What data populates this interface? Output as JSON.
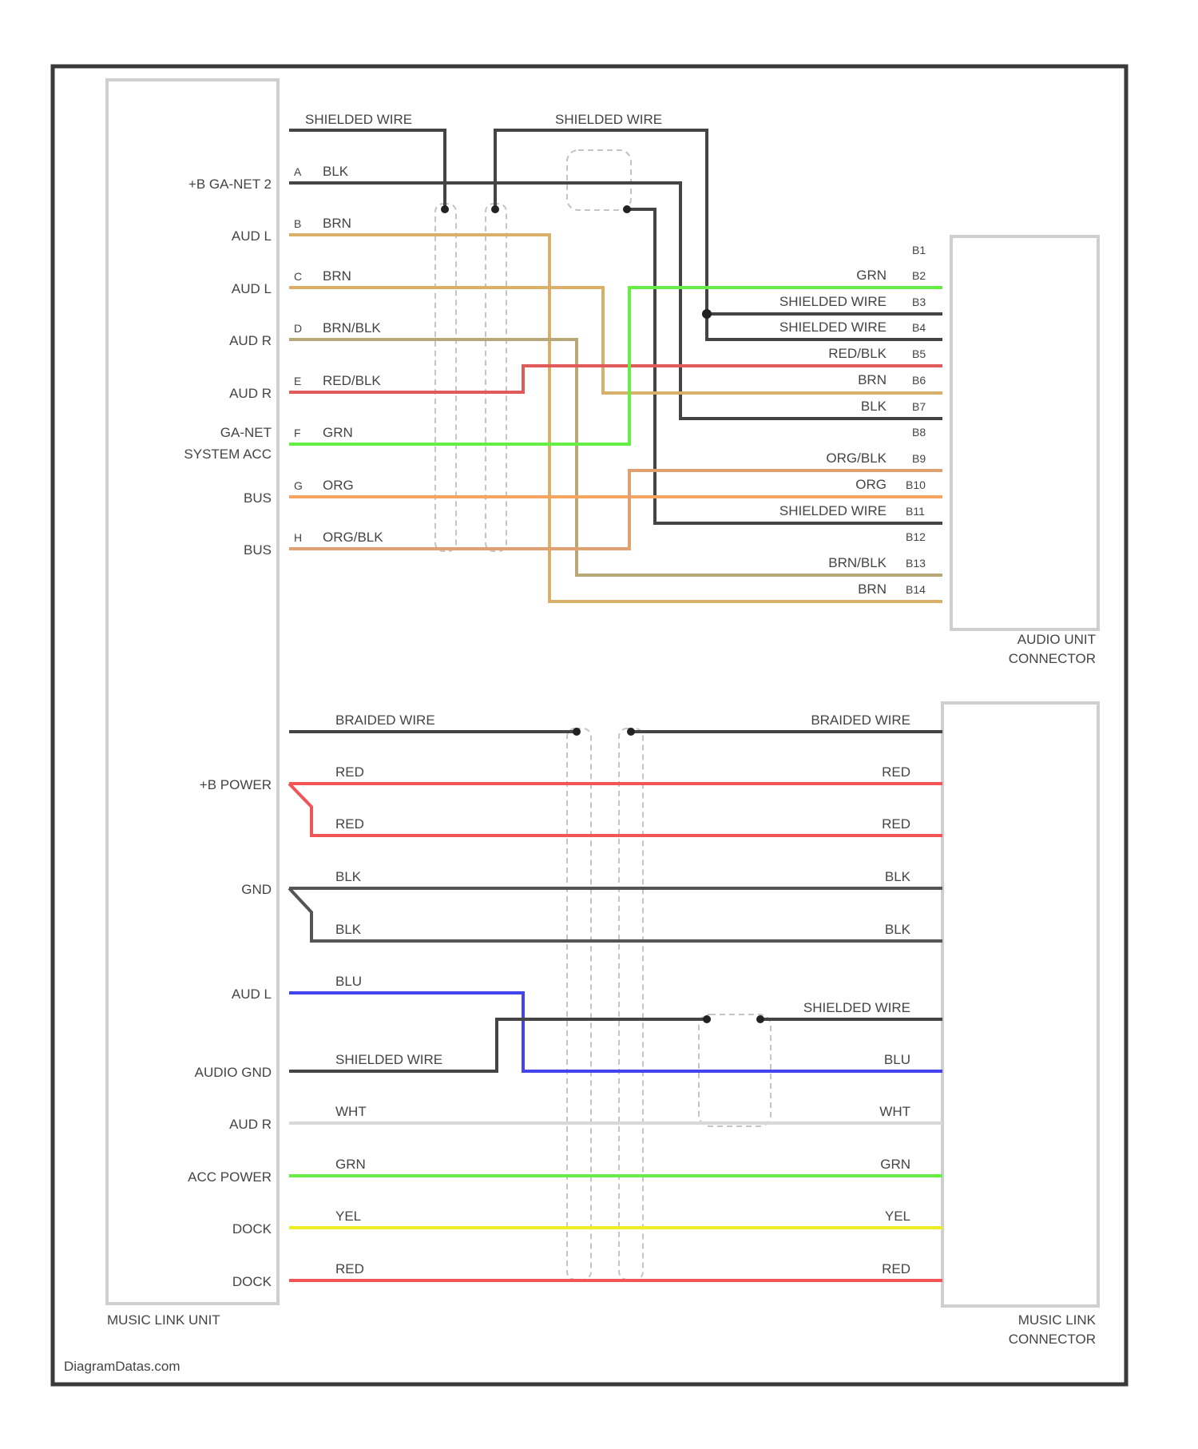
{
  "music_link_unit": {
    "title": "MUSIC LINK UNIT",
    "top_pins": [
      "+B GA-NET 2",
      "AUD L",
      "AUD L",
      "AUD R",
      "AUD R",
      "GA-NET",
      "SYSTEM ACC",
      "BUS",
      "BUS"
    ],
    "bottom_pins": [
      "+B POWER",
      "GND",
      "AUD L",
      "AUDIO GND",
      "AUD R",
      "ACC POWER",
      "DOCK",
      "DOCK"
    ]
  },
  "audio_unit_connector": {
    "title_line1": "AUDIO UNIT",
    "title_line2": "CONNECTOR",
    "pins": [
      "B1",
      "B2",
      "B3",
      "B4",
      "B5",
      "B6",
      "B7",
      "B8",
      "B9",
      "B10",
      "B11",
      "B12",
      "B13",
      "B14"
    ]
  },
  "music_link_connector": {
    "title_line1": "MUSIC LINK",
    "title_line2": "CONNECTOR"
  },
  "wires_top_left": [
    {
      "pin": "",
      "color": "SHIELDED WIRE"
    },
    {
      "pin": "A",
      "color": "BLK"
    },
    {
      "pin": "B",
      "color": "BRN"
    },
    {
      "pin": "C",
      "color": "BRN"
    },
    {
      "pin": "D",
      "color": "BRN/BLK"
    },
    {
      "pin": "E",
      "color": "RED/BLK"
    },
    {
      "pin": "F",
      "color": "GRN"
    },
    {
      "pin": "G",
      "color": "ORG"
    },
    {
      "pin": "H",
      "color": "ORG/BLK"
    }
  ],
  "shielded_wire_top": "SHIELDED WIRE",
  "wires_top_right": [
    {
      "color": "GRN",
      "hex": "#66ee44"
    },
    {
      "color": "SHIELDED WIRE",
      "hex": "#444444"
    },
    {
      "color": "SHIELDED WIRE",
      "hex": "#444444"
    },
    {
      "color": "RED/BLK",
      "hex": "#e05a5a"
    },
    {
      "color": "BRN",
      "hex": "#d8b06a"
    },
    {
      "color": "BLK",
      "hex": "#444444"
    },
    {
      "color": "ORG/BLK",
      "hex": "#e0a070"
    },
    {
      "color": "ORG",
      "hex": "#f5a560"
    },
    {
      "color": "SHIELDED WIRE",
      "hex": "#444444"
    },
    {
      "color": "BRN/BLK",
      "hex": "#b8a878"
    },
    {
      "color": "BRN",
      "hex": "#d8b06a"
    }
  ],
  "wires_bottom_left": [
    {
      "pin": "",
      "color": "BRAIDED WIRE"
    },
    {
      "pin": "",
      "color": "RED"
    },
    {
      "pin": "",
      "color": "RED"
    },
    {
      "pin": "",
      "color": "BLK"
    },
    {
      "pin": "",
      "color": "BLK"
    },
    {
      "pin": "",
      "color": "BLU"
    },
    {
      "pin": "",
      "color": "SHIELDED WIRE"
    },
    {
      "pin": "",
      "color": "WHT"
    },
    {
      "pin": "",
      "color": "GRN"
    },
    {
      "pin": "",
      "color": "YEL"
    },
    {
      "pin": "",
      "color": "RED"
    }
  ],
  "wires_bottom_right": [
    "BRAIDED WIRE",
    "RED",
    "RED",
    "BLK",
    "BLK",
    "SHIELDED WIRE",
    "BLU",
    "WHT",
    "GRN",
    "YEL",
    "RED"
  ],
  "footer": "DiagramDatas.com",
  "colors": {
    "black": "#444444",
    "brown": "#d8b06a",
    "brown_black": "#b8a878",
    "red_black": "#e05a5a",
    "green": "#66ee44",
    "orange": "#f5a560",
    "orange_black": "#e0a070",
    "red": "#f25555",
    "blue": "#4444ee",
    "white": "#d8d8d8",
    "yellow": "#eeee22"
  }
}
